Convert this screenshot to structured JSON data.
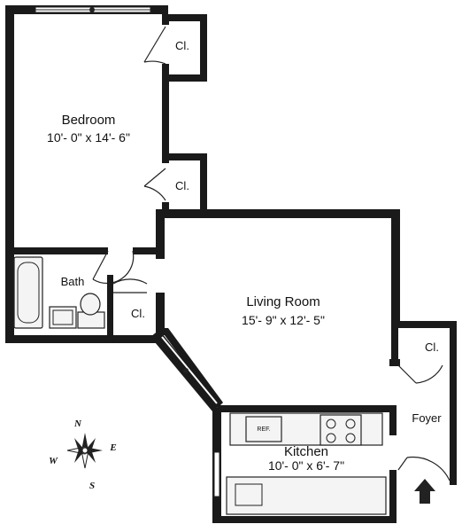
{
  "plan": {
    "rooms": {
      "bedroom": {
        "name": "Bedroom",
        "size": "10'- 0\" x 14'- 6\""
      },
      "living": {
        "name": "Living Room",
        "size": "15'- 9\" x 12'- 5\""
      },
      "kitchen": {
        "name": "Kitchen",
        "size": "10'- 0\" x 6'- 7\""
      },
      "bath": {
        "name": "Bath"
      },
      "foyer": {
        "name": "Foyer"
      }
    },
    "closets": [
      "Cl.",
      "Cl.",
      "Cl.",
      "Cl."
    ],
    "appliances": {
      "fridge": "REF."
    },
    "compass": {
      "n": "N",
      "s": "S",
      "e": "E",
      "w": "W"
    },
    "entry_icon": "entry-arrow-icon"
  }
}
